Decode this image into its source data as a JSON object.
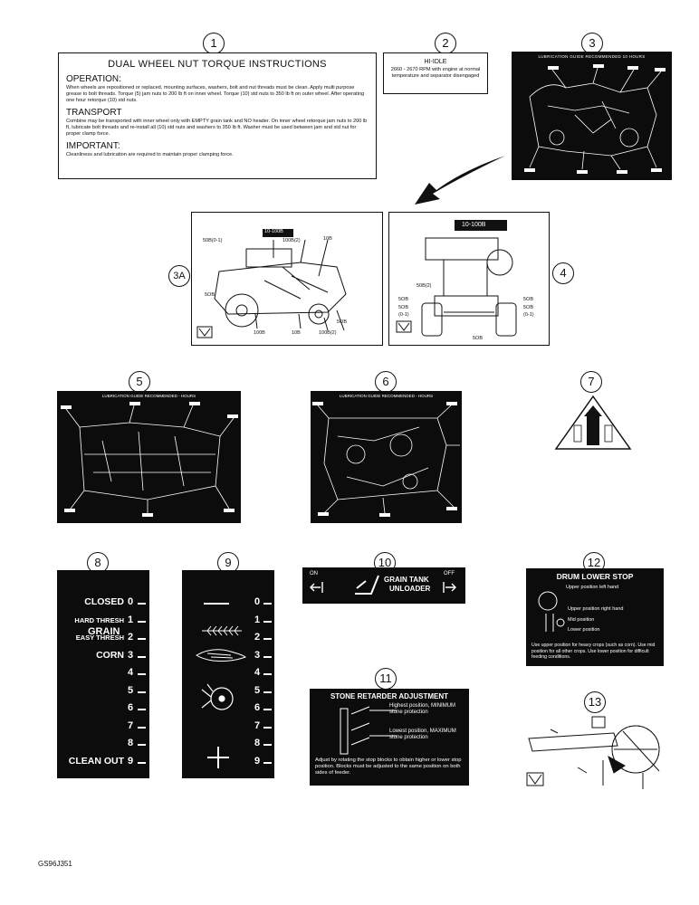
{
  "callouts": [
    "1",
    "2",
    "3",
    "3A",
    "4",
    "5",
    "6",
    "7",
    "8",
    "9",
    "10",
    "11",
    "12",
    "13"
  ],
  "decal1": {
    "title": "DUAL WHEEL NUT TORQUE INSTRUCTIONS",
    "sections": [
      {
        "heading": "OPERATION:",
        "body": "When wheels are repositioned or replaced, mounting surfaces, washers, bolt and nut threads must be clean. Apply multi purpose grease to bolt threads. Torque (5) jam nuts to 200 lb ft on inner wheel. Torque (10) std nuts to 350 lb ft on outer wheel. After operating one hour retorque (10) std nuts."
      },
      {
        "heading": "TRANSPORT",
        "body": "Combine may be transported with inner wheel only with EMPTY grain tank and NO header. On inner wheel retorque jam nuts to 200 lb ft, lubricate bolt threads and re-install all (10) std nuts and washers to 350 lb ft. Washer must be used between jam and std nut for proper clamp force."
      },
      {
        "heading": "IMPORTANT:",
        "body": "Cleanliness and lubrication are required to maintain proper clamping force."
      }
    ]
  },
  "decal2": {
    "title": "HI-IDLE",
    "body": "2660 - 2670 RPM with engine at normal temperature and separator disengaged"
  },
  "decal3": {
    "header": "LUBRICATION GUIDE RECOMMENDED 10 HOURS"
  },
  "decal3a": {
    "labels": [
      "10-100B",
      "100B(2)",
      "10B",
      "50B(0-1)",
      "5OB",
      "5OB",
      "10B",
      "100B",
      "100B(2)"
    ]
  },
  "decal4": {
    "labels": [
      "10-100B",
      "50B(2)",
      "5OB",
      "5OB",
      "(0-1)",
      "5OB",
      "5OB",
      "(0-1)",
      "5OB"
    ]
  },
  "decal5": {
    "header": "LUBRICATION GUIDE RECOMMENDED - HOURS"
  },
  "decal6": {
    "header": "LUBRICATION GUIDE RECOMMENDED - HOURS"
  },
  "decal8": {
    "rows": [
      {
        "num": "0",
        "label": "CLOSED"
      },
      {
        "num": "1",
        "label": "HARD THRESH"
      },
      {
        "num": "2",
        "label": "EASY THRESH"
      },
      {
        "num": "3",
        "label": "CORN"
      },
      {
        "num": "4",
        "label": ""
      },
      {
        "num": "5",
        "label": ""
      },
      {
        "num": "6",
        "label": ""
      },
      {
        "num": "7",
        "label": ""
      },
      {
        "num": "8",
        "label": ""
      },
      {
        "num": "9",
        "label": "CLEAN OUT"
      }
    ],
    "grain_label": "GRAIN"
  },
  "decal9": {
    "nums": [
      "0",
      "1",
      "2",
      "3",
      "4",
      "5",
      "6",
      "7",
      "8",
      "9"
    ]
  },
  "decal10": {
    "on": "ON",
    "off": "OFF",
    "title_line1": "GRAIN TANK",
    "title_line2": "UNLOADER"
  },
  "decal11": {
    "title": "STONE RETARDER ADJUSTMENT",
    "high": "Highest position, MINIMUM stone protection",
    "low": "Lowest position, MAXIMUM stone protection",
    "body": "Adjust by rotating the stop blocks to obtain higher or lower stop position. Blocks must be adjusted to the same position on both sides of feeder."
  },
  "decal12": {
    "title": "DRUM LOWER STOP",
    "items": [
      "Upper position left hand",
      "Upper position right hand",
      "Mid position",
      "Lower position"
    ],
    "body": "Use upper position for heavy crops (such as corn). Use mid position for all other crops. Use lower position for difficult feeding conditions."
  },
  "footer_code": "GS96J351",
  "colors": {
    "ink": "#111111",
    "decal_dark": "#0c0c0c",
    "paper": "#ffffff"
  }
}
